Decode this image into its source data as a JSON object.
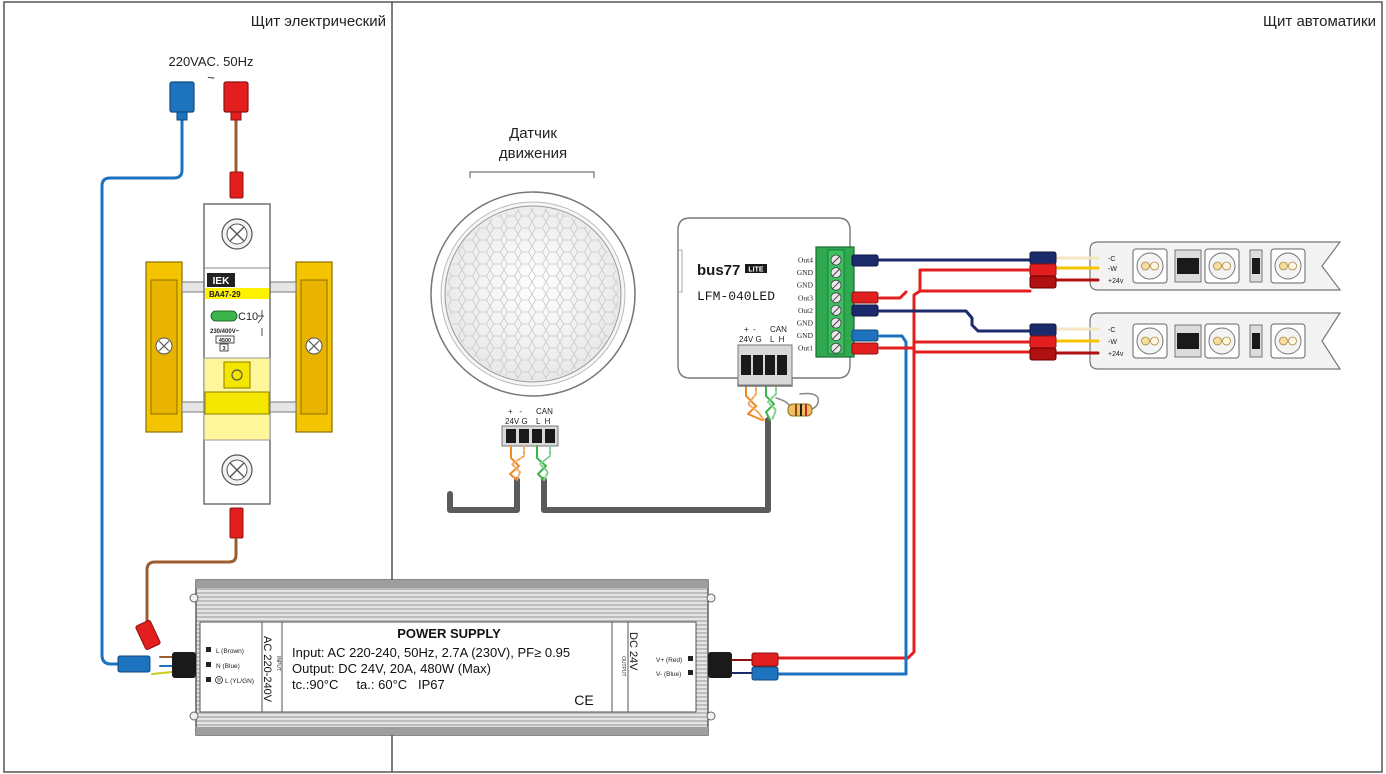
{
  "panels": {
    "left_title": "Щит электрический",
    "right_title": "Щит автоматики"
  },
  "mains": {
    "label": "220VAC. 50Hz",
    "symbol": "~"
  },
  "breaker": {
    "brand": "IEK",
    "model": "ВА47-29",
    "rating": "C10",
    "voltage": "230/400V~",
    "capacity": "4500",
    "class": "3"
  },
  "sensor": {
    "title_line1": "Датчик",
    "title_line2": "движения",
    "pin_signs": "+   -",
    "pin_names": "24V G",
    "can_label": "CAN",
    "can_pins": "L  H"
  },
  "controller": {
    "brand": "bus77",
    "edition": "LITE",
    "model": "LFM-040LED",
    "pin_signs": "+  -",
    "pin_names": "24V G",
    "can_label": "CAN",
    "can_pins": "L  H",
    "terminals": [
      "Out4",
      "GND",
      "GND",
      "Out3",
      "Out2",
      "GND",
      "GND",
      "Out1"
    ]
  },
  "strips": {
    "labels": [
      "-C",
      "-W",
      "+24v"
    ]
  },
  "psu": {
    "title": "POWER SUPPLY",
    "input": "Input: AC 220-240, 50Hz, 2.7A (230V), PF≥ 0.95",
    "output": "Output: DC 24V, 20A, 480W (Max)",
    "temps": "tc.:90°C     ta.: 60°C   IP67",
    "mark": "CE",
    "ac_side": "AC 220-240V",
    "ac_tag": "INPUT",
    "dc_side": "DC 24V",
    "dc_tag": "OUTPUT",
    "in_l": "L (Brown)",
    "in_n": "N (Blue)",
    "in_pe": "L (YL/GN)",
    "out_plus": "V+ (Red)",
    "out_minus": "V- (Blue)"
  },
  "colors": {
    "live": "#e31e1e",
    "neutral": "#1e73be",
    "brown": "#9b5c2e",
    "dark_blue": "#1b2a6b",
    "dark_red": "#b01010",
    "signal_orange": "#f08a24",
    "signal_green": "#3cb44b",
    "cable_grey": "#5b5b5b",
    "terminal_green": "#2fa84f",
    "breaker_yellow": "#f5c400",
    "label_yellow": "#fff200"
  }
}
